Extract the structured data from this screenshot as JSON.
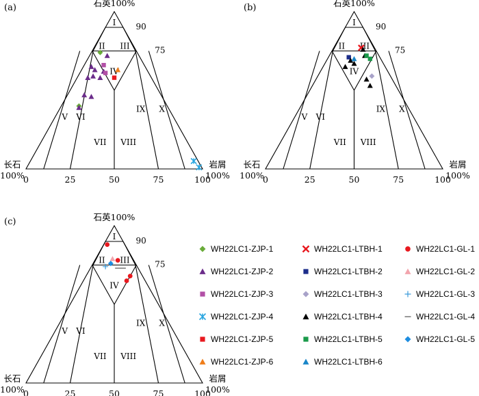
{
  "chart_data": [
    {
      "type": "scatter",
      "panel": "(a)",
      "apices": {
        "top": "石英100%",
        "left": "长石",
        "left_pct": "100%",
        "right": "岩屑",
        "right_pct": "100%"
      },
      "bottom_ticks": [
        "0",
        "25",
        "50",
        "75",
        "100"
      ],
      "grade_labels": [
        "90",
        "75"
      ],
      "zones": [
        "I",
        "II",
        "III",
        "IV",
        "V",
        "VI",
        "VII",
        "VIII",
        "IX",
        "X"
      ],
      "series": [
        {
          "name": "WH22LC1-ZJP-1",
          "points": [
            {
              "x": 0.42,
              "y": 0.74
            },
            {
              "x": 0.3,
              "y": 0.4
            }
          ]
        },
        {
          "name": "WH22LC1-ZJP-2",
          "points": [
            {
              "x": 0.46,
              "y": 0.72
            },
            {
              "x": 0.37,
              "y": 0.65
            },
            {
              "x": 0.39,
              "y": 0.63
            },
            {
              "x": 0.44,
              "y": 0.62
            },
            {
              "x": 0.38,
              "y": 0.59
            },
            {
              "x": 0.42,
              "y": 0.58
            },
            {
              "x": 0.35,
              "y": 0.58
            },
            {
              "x": 0.33,
              "y": 0.47
            },
            {
              "x": 0.37,
              "y": 0.46
            },
            {
              "x": 0.3,
              "y": 0.39
            }
          ]
        },
        {
          "name": "WH22LC1-ZJP-3",
          "points": [
            {
              "x": 0.44,
              "y": 0.66
            },
            {
              "x": 0.45,
              "y": 0.61
            }
          ]
        },
        {
          "name": "WH22LC1-ZJP-4",
          "points": [
            {
              "x": 0.95,
              "y": 0.05
            },
            {
              "x": 0.98,
              "y": 0.01
            }
          ]
        },
        {
          "name": "WH22LC1-ZJP-5",
          "points": [
            {
              "x": 0.5,
              "y": 0.58
            }
          ]
        },
        {
          "name": "WH22LC1-ZJP-6",
          "points": [
            {
              "x": 0.52,
              "y": 0.63
            }
          ]
        }
      ]
    },
    {
      "type": "scatter",
      "panel": "(b)",
      "apices": {
        "top": "石英100%",
        "left": "长石",
        "left_pct": "100%",
        "right": "岩屑",
        "right_pct": "100%"
      },
      "bottom_ticks": [
        "0",
        "25",
        "50",
        "75",
        "100"
      ],
      "grade_labels": [
        "90",
        "75"
      ],
      "zones": [
        "I",
        "II",
        "III",
        "IV",
        "V",
        "VI",
        "VII",
        "VIII",
        "IX",
        "X"
      ],
      "series": [
        {
          "name": "WH22LC1-LTBH-1",
          "points": [
            {
              "x": 0.54,
              "y": 0.77
            }
          ]
        },
        {
          "name": "WH22LC1-LTBH-2",
          "points": [
            {
              "x": 0.47,
              "y": 0.71
            }
          ]
        },
        {
          "name": "WH22LC1-LTBH-3",
          "points": [
            {
              "x": 0.6,
              "y": 0.59
            }
          ]
        },
        {
          "name": "WH22LC1-LTBH-4",
          "points": [
            {
              "x": 0.55,
              "y": 0.76
            },
            {
              "x": 0.56,
              "y": 0.72
            },
            {
              "x": 0.48,
              "y": 0.69
            },
            {
              "x": 0.5,
              "y": 0.67
            },
            {
              "x": 0.45,
              "y": 0.65
            },
            {
              "x": 0.57,
              "y": 0.57
            },
            {
              "x": 0.59,
              "y": 0.53
            }
          ]
        },
        {
          "name": "WH22LC1-LTBH-5",
          "points": [
            {
              "x": 0.57,
              "y": 0.72
            },
            {
              "x": 0.59,
              "y": 0.7
            }
          ]
        },
        {
          "name": "WH22LC1-LTBH-6",
          "points": [
            {
              "x": 0.5,
              "y": 0.7
            }
          ]
        }
      ]
    },
    {
      "type": "scatter",
      "panel": "(c)",
      "apices": {
        "top": "石英100%",
        "left": "长石",
        "left_pct": "100%",
        "right": "岩屑",
        "right_pct": "100%"
      },
      "bottom_ticks": [
        "0",
        "25",
        "50",
        "75",
        "100"
      ],
      "grade_labels": [
        "90",
        "75"
      ],
      "zones": [
        "I",
        "II",
        "III",
        "IV",
        "V",
        "VI",
        "VII",
        "VIII",
        "IX",
        "X"
      ],
      "series": [
        {
          "name": "WH22LC1-GL-1",
          "points": [
            {
              "x": 0.46,
              "y": 0.88
            },
            {
              "x": 0.52,
              "y": 0.78
            },
            {
              "x": 0.59,
              "y": 0.68
            },
            {
              "x": 0.57,
              "y": 0.65
            }
          ]
        },
        {
          "name": "WH22LC1-GL-2",
          "points": [
            {
              "x": 0.49,
              "y": 0.79
            }
          ]
        },
        {
          "name": "WH22LC1-GL-3",
          "points": [
            {
              "x": 0.45,
              "y": 0.74
            }
          ]
        },
        {
          "name": "WH22LC1-GL-4",
          "points": [
            {
              "x": 0.52,
              "y": 0.73
            },
            {
              "x": 0.55,
              "y": 0.73
            }
          ]
        },
        {
          "name": "WH22LC1-GL-5",
          "points": [
            {
              "x": 0.48,
              "y": 0.76
            }
          ]
        }
      ]
    }
  ],
  "legend": [
    {
      "label": "WH22LC1-ZJP-1",
      "marker": "diamond",
      "color": "#6aab3a"
    },
    {
      "label": "WH22LC1-LTBH-1",
      "marker": "x",
      "color": "#e8191f"
    },
    {
      "label": "WH22LC1-GL-1",
      "marker": "circle",
      "color": "#e8191f"
    },
    {
      "label": "WH22LC1-ZJP-2",
      "marker": "triangle",
      "color": "#6b2c8a"
    },
    {
      "label": "WH22LC1-LTBH-2",
      "marker": "square",
      "color": "#1c2d8a"
    },
    {
      "label": "WH22LC1-GL-2",
      "marker": "triangle",
      "color": "#f2a5ad"
    },
    {
      "label": "WH22LC1-ZJP-3",
      "marker": "square",
      "color": "#b250a6"
    },
    {
      "label": "WH22LC1-LTBH-3",
      "marker": "diamond",
      "color": "#a8a2c9"
    },
    {
      "label": "WH22LC1-GL-3",
      "marker": "plus",
      "color": "#3a9ad9"
    },
    {
      "label": "WH22LC1-ZJP-4",
      "marker": "asterisk",
      "color": "#2aa6e0"
    },
    {
      "label": "WH22LC1-LTBH-4",
      "marker": "triangle",
      "color": "#000000"
    },
    {
      "label": "WH22LC1-GL-4",
      "marker": "dash",
      "color": "#555555"
    },
    {
      "label": "WH22LC1-ZJP-5",
      "marker": "square",
      "color": "#e8191f"
    },
    {
      "label": "WH22LC1-LTBH-5",
      "marker": "square",
      "color": "#1a9a4a"
    },
    {
      "label": "WH22LC1-GL-5",
      "marker": "diamond",
      "color": "#1e8de0"
    },
    {
      "label": "WH22LC1-ZJP-6",
      "marker": "triangle",
      "color": "#ef7d1a"
    },
    {
      "label": "WH22LC1-LTBH-6",
      "marker": "triangle",
      "color": "#1a86c8"
    }
  ]
}
